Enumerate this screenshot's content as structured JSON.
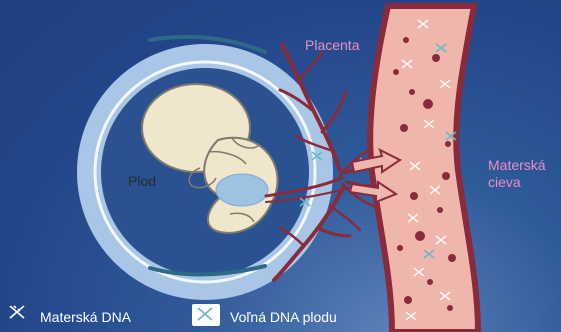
{
  "labels": {
    "placenta": "Placenta",
    "fetus": "Plod",
    "vessel_line1": "Materská",
    "vessel_line2": "cieva"
  },
  "legend": {
    "maternal_dna": "Materská DNA",
    "fetal_dna": "Voľná DNA plodu"
  },
  "colors": {
    "background": "#2b5596",
    "placenta_ring": "#a9c6e6",
    "amniotic_inner": "#2a5190",
    "fetus_body": "#f0e6cc",
    "vessel_wall": "#8a2a3a",
    "vessel_fill": "#efb6ac",
    "blood_dots": "#8a2a3a",
    "label_pink": "#e98ec0",
    "maternal_dna_icon": "#ffffff",
    "fetal_dna_icon": "#6bb9c8"
  }
}
